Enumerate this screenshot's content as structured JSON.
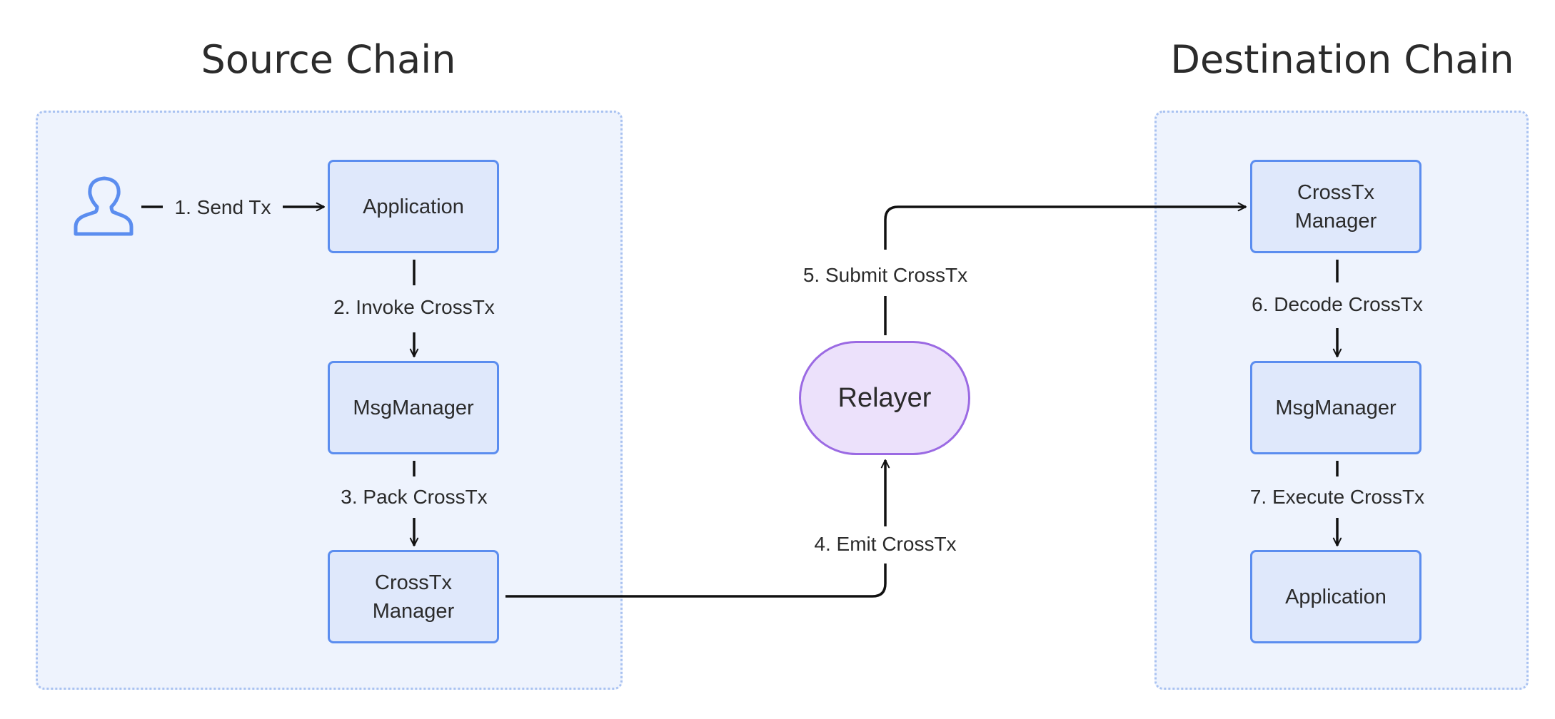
{
  "titles": {
    "source": "Source Chain",
    "destination": "Destination Chain"
  },
  "source": {
    "application": "Application",
    "msg_manager": "MsgManager",
    "crosstx_manager": "CrossTx\nManager"
  },
  "relayer": "Relayer",
  "destination": {
    "crosstx_manager": "CrossTx\nManager",
    "msg_manager": "MsgManager",
    "application": "Application"
  },
  "steps": {
    "s1": "1. Send Tx",
    "s2": "2. Invoke CrossTx",
    "s3": "3. Pack CrossTx",
    "s4": "4. Emit CrossTx",
    "s5": "5. Submit CrossTx",
    "s6": "6. Decode CrossTx",
    "s7": "7. Execute CrossTx"
  },
  "icons": {
    "user": "user-icon"
  },
  "colors": {
    "node_fill": "#dfe8fb",
    "node_border": "#5b8def",
    "panel_fill": "#eef3fd",
    "relayer_fill": "#ece1fb",
    "relayer_border": "#9b6ae3"
  }
}
